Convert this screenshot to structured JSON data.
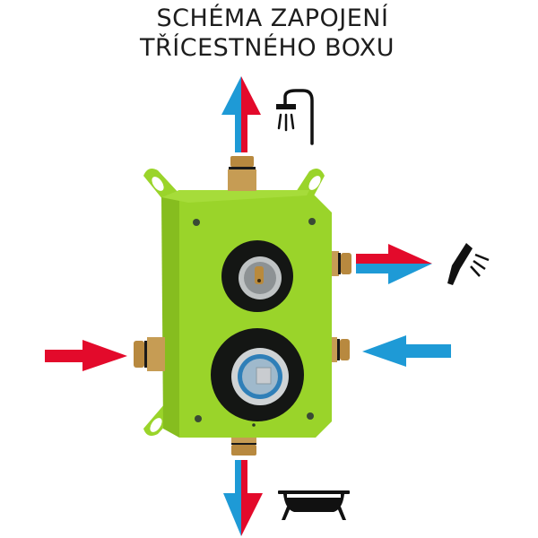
{
  "title": {
    "line1": "SCHÉMA ZAPOJENÍ",
    "line2": "TŘÍCESTNÉHO BOXU"
  },
  "colors": {
    "hot": "#e30a2b",
    "cold": "#1e9ad6",
    "box_green": "#9ad42a",
    "box_green_dark": "#86bd1f",
    "brass": "#b8893f",
    "icon": "#111111"
  },
  "connections": [
    {
      "id": "top",
      "direction": "out",
      "flow": "mixed",
      "icon": "shower-head-icon",
      "label": "shower"
    },
    {
      "id": "right-upper",
      "direction": "out",
      "flow": "mixed",
      "icon": "hand-shower-icon",
      "label": "hand shower"
    },
    {
      "id": "left",
      "direction": "in",
      "flow": "hot",
      "icon": "",
      "label": "hot water inlet"
    },
    {
      "id": "right-lower",
      "direction": "in",
      "flow": "cold",
      "icon": "",
      "label": "cold water inlet"
    },
    {
      "id": "bottom",
      "direction": "out",
      "flow": "mixed",
      "icon": "bathtub-icon",
      "label": "bathtub"
    }
  ]
}
